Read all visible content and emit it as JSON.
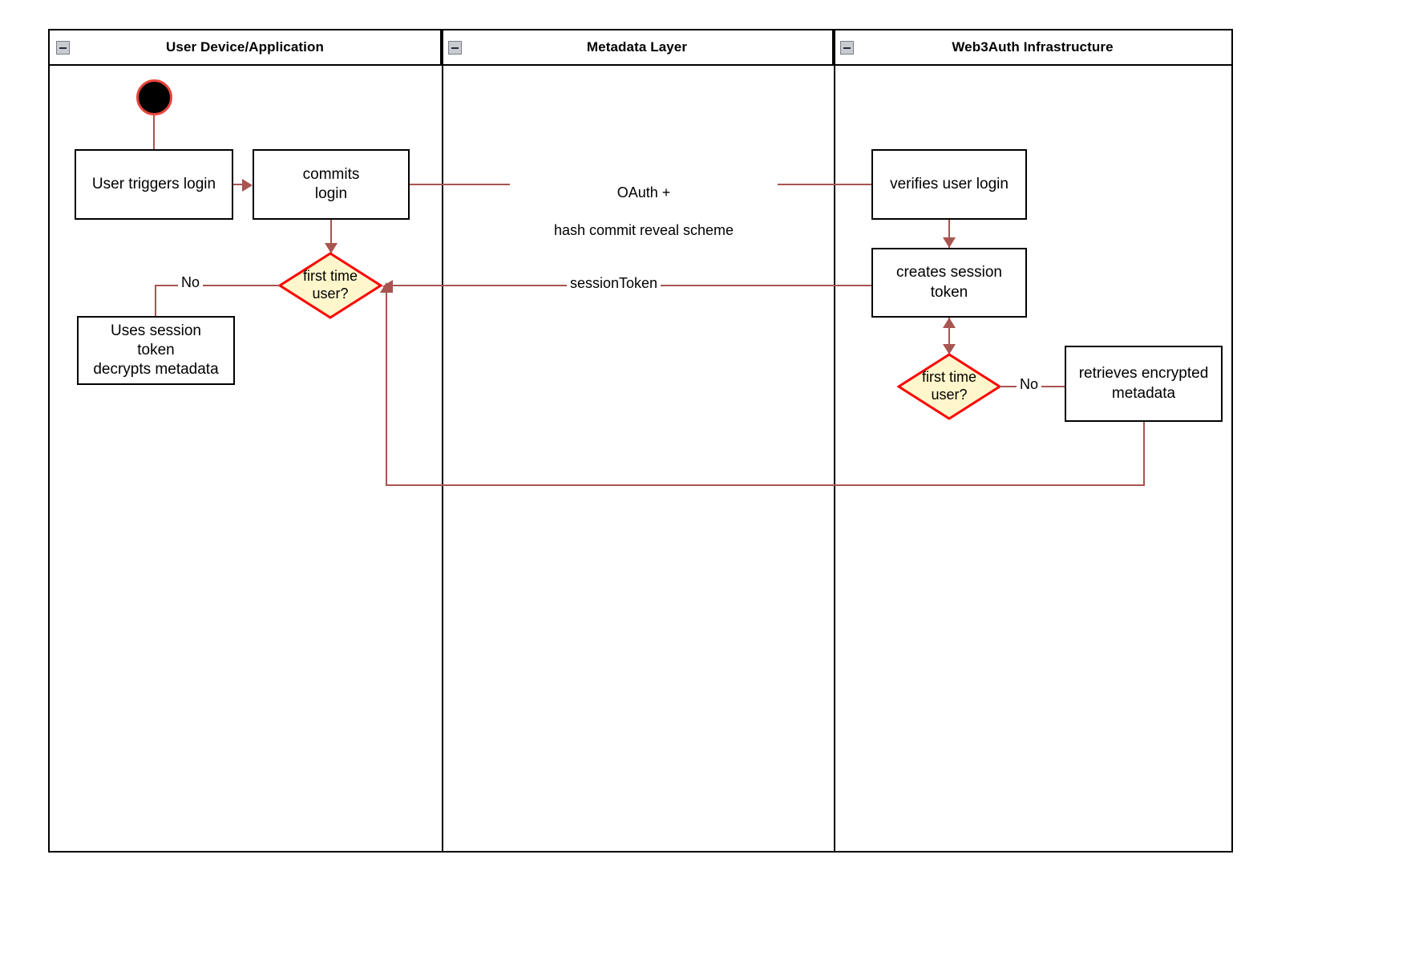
{
  "diagram": {
    "type": "uml-activity-swimlane",
    "colors": {
      "edge": "#a85450",
      "decision_border": "#ff0000",
      "decision_fill": "#fff6cc",
      "node_border": "#000000",
      "start_ring": "#e8453c",
      "start_fill": "#000000",
      "lane_border": "#000000"
    },
    "lanes": [
      {
        "id": "user-device",
        "label": "User Device/Application",
        "collapse_icon": "collapse-minus-icon"
      },
      {
        "id": "metadata-layer",
        "label": "Metadata Layer",
        "collapse_icon": "collapse-minus-icon"
      },
      {
        "id": "web3auth",
        "label": "Web3Auth Infrastructure",
        "collapse_icon": "collapse-minus-icon"
      }
    ],
    "nodes": {
      "start": {
        "kind": "initial-node",
        "label": ""
      },
      "user_triggers_login": {
        "kind": "action",
        "label": "User triggers login"
      },
      "commits_login": {
        "kind": "action",
        "label": "commits\nlogin"
      },
      "first_time_user_client": {
        "kind": "decision",
        "line1": "first time",
        "line2": "user?"
      },
      "uses_session_token": {
        "kind": "action",
        "line1": "Uses session",
        "line2": "token",
        "line3": "decrypts metadata"
      },
      "verifies_user_login": {
        "kind": "action",
        "label": "verifies user login"
      },
      "creates_session_token": {
        "kind": "action",
        "line1": "creates session",
        "line2": "token"
      },
      "first_time_user_server": {
        "kind": "decision",
        "line1": "first time",
        "line2": "user?"
      },
      "retrieves_encrypted_metadata": {
        "kind": "action",
        "line1": "retrieves encrypted",
        "line2": "metadata"
      }
    },
    "edge_labels": {
      "oauth_commit": {
        "line1": "OAuth +",
        "line2": "hash commit reveal scheme"
      },
      "session_token": "sessionToken",
      "no_client": "No",
      "no_server": "No"
    }
  }
}
